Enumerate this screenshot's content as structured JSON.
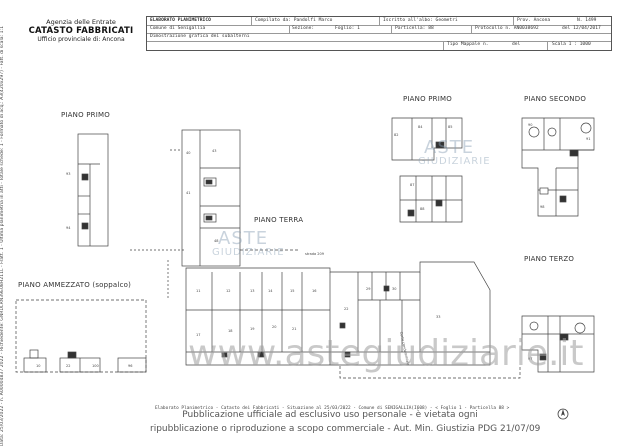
{
  "sidebar_text": "Data: 25/03/2022 - n. A00004837 2022 - Richiedente: GNRDLRN39E08H211L - Fratt. 1 - Ultima planimetria in atti - Totale schede: 1 - Formato di acq.: A3(420x297) - Fatt. di scala: 1:1",
  "office": {
    "line1": "Agenzia delle Entrate",
    "line2": "CATASTO FABBRICATI",
    "line3": "Ufficio provinciale di: Ancona"
  },
  "header": {
    "title": "ELABORATO PLANIMETRICO",
    "compilato": "Compilato da: Pandolfi Marco",
    "iscritto": "Iscritto all'albo: Geometri",
    "prov": "Prov. Ancona",
    "n": "N. 1499",
    "comune": "Comune di Senigallia",
    "sezione": "Sezione:",
    "foglio": "Foglio: 1",
    "particella": "Particella: 88",
    "protocollo": "Protocollo n. AN0038692",
    "del": "del 12/04/2017",
    "dimostrazione": "Dimostrazione grafica dei subalterni",
    "tipo_mappale": "Tipo Mappale n.",
    "del2": "del",
    "scala": "Scala 1 : 1000"
  },
  "floors": {
    "piano_primo_left": "PIANO PRIMO",
    "piano_terra": "PIANO TERRA",
    "piano_primo_right": "PIANO PRIMO",
    "piano_secondo": "PIANO SECONDO",
    "piano_ammezzato": "PIANO AMMEZZATO (soppalco)",
    "piano_terzo": "PIANO TERZO"
  },
  "watermark": {
    "aste_top": "ASTE",
    "giudiziarie_top": "GIUDIZIARIE",
    "aste_mid": "ASTE",
    "giudiziarie_mid": "GIUDIZIARIE",
    "url": "www.astegiudiziarie.it"
  },
  "notice": {
    "line1": "Pubblicazione ufficiale ad esclusivo uso personale - è vietata ogni",
    "line2": "ripubblicazione o riproduzione a scopo commerciale - Aut. Min. Giustizia PDG 21/07/09"
  },
  "footer_note": "Elaborato Planimetrico - Catasto dei Fabbricati - Situazione al 25/03/2022 - Comune di SENIGALLIA(I608) - < Foglio 1 - Particella 88 >",
  "labels": {
    "strada": "strada 209",
    "corte": "Corte condominiale"
  }
}
